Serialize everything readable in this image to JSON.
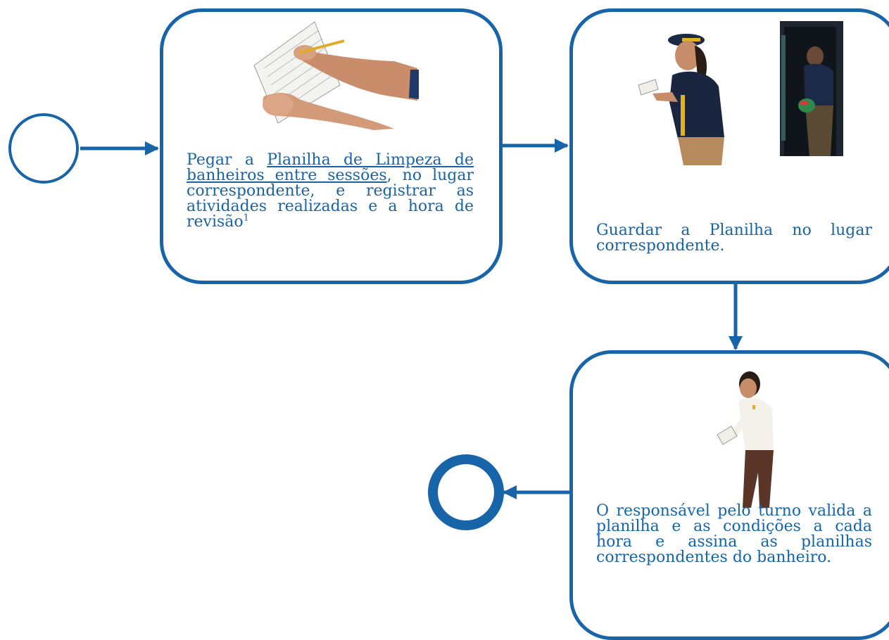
{
  "step1": {
    "text_before": "Pegar a ",
    "link_text": "Planilha de Limpeza de banheiros entre sessões",
    "text_after": ", no lugar correspondente, e registrar as atividades realizadas e a hora de revisão",
    "footnote": "1"
  },
  "step2": {
    "text": "Guardar a Planilha no lugar correspondente."
  },
  "step3": {
    "text": "O responsável pelo turno valida a planilha e as condições a cada hora e assina as planilhas correspondentes do banheiro."
  },
  "colors": {
    "accent": "#1764a8"
  }
}
